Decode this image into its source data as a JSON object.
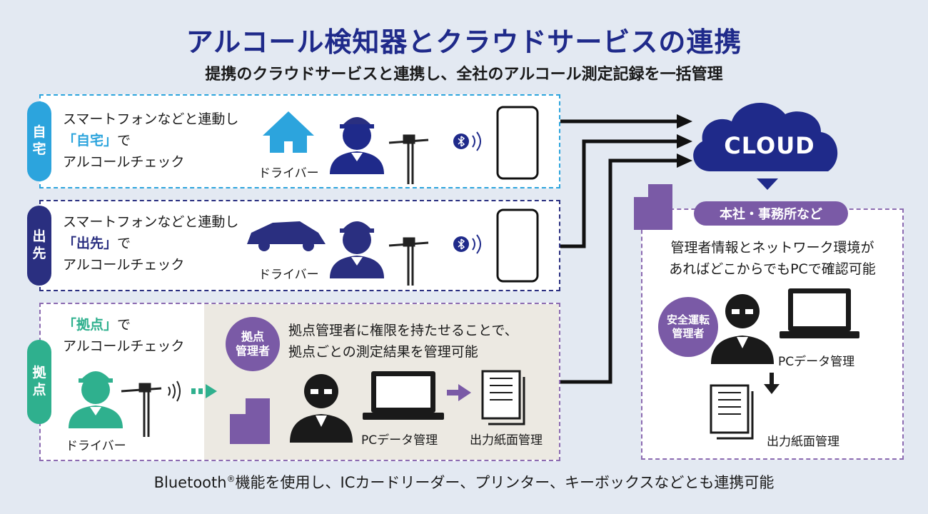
{
  "title": "アルコール検知器とクラウドサービスの連携",
  "subtitle": "提携のクラウドサービスと連携し、全社のアルコール測定記録を一括管理",
  "home": {
    "tab": [
      "自",
      "宅"
    ],
    "line1": "スマートフォンなどと連動し",
    "highlight": "「自宅」",
    "line2_suffix": "で",
    "line3": "アルコールチェック",
    "driver": "ドライバー"
  },
  "out": {
    "tab": [
      "出",
      "先"
    ],
    "line1": "スマートフォンなどと連動し",
    "highlight": "「出先」",
    "line2_suffix": "で",
    "line3": "アルコールチェック",
    "driver": "ドライバー"
  },
  "base": {
    "tab": [
      "拠",
      "点"
    ],
    "highlight": "「拠点」",
    "line1_suffix": "で",
    "line2": "アルコールチェック",
    "driver": "ドライバー",
    "manager_badge": [
      "拠点",
      "管理者"
    ],
    "desc1": "拠点管理者に権限を持たせることで、",
    "desc2": "拠点ごとの測定結果を管理可能",
    "pc_label": "PCデータ管理",
    "paper_label": "出力紙面管理"
  },
  "cloud": {
    "label": "CLOUD"
  },
  "hq": {
    "label": "本社・事務所など",
    "desc1": "管理者情報とネットワーク環境が",
    "desc2": "あればどこからでもPCで確認可能",
    "badge": [
      "安全運転",
      "管理者"
    ],
    "pc_label": "PCデータ管理",
    "paper_label": "出力紙面管理"
  },
  "footer": {
    "pre": "Bluetooth",
    "reg": "®",
    "post": "機能を使用し、ICカードリーダー、プリンター、キーボックスなどとも連携可能"
  },
  "colors": {
    "navy": "#2a2f80",
    "blue": "#2ca4dd",
    "green": "#2fb08e",
    "purple": "#7a5aa6",
    "cloud": "#1f2a8a"
  }
}
